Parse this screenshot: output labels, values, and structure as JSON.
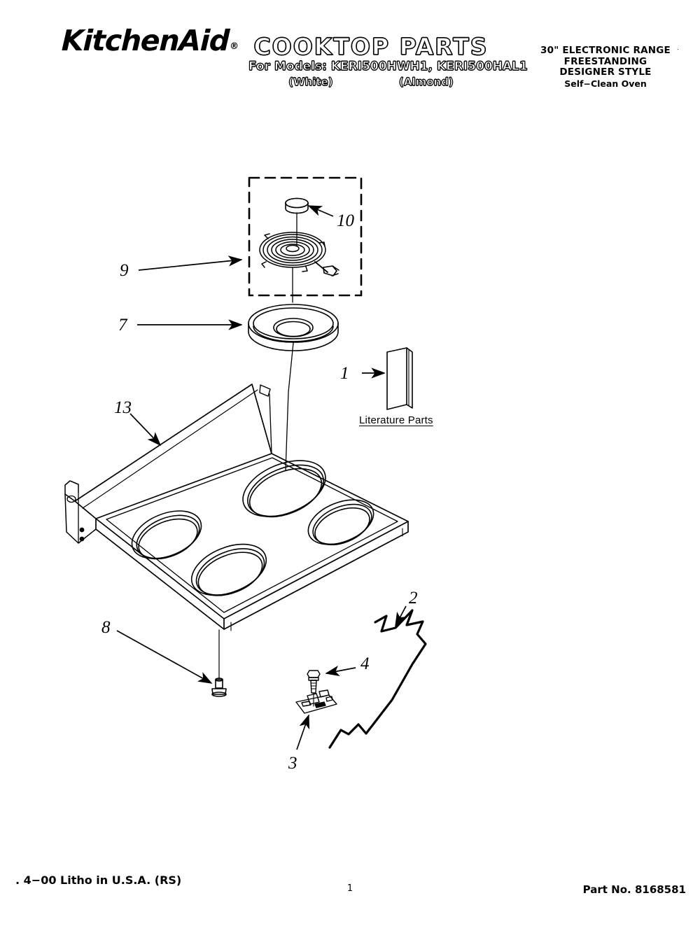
{
  "brand": {
    "name": "KitchenAid",
    "registered_mark": "®"
  },
  "header": {
    "title": "COOKTOP PARTS",
    "models_line": "For Models: KERI500HWH1, KERI500HAL1",
    "color_white": "(White)",
    "color_almond": "(Almond)",
    "spec_line1": "30\" ELECTRONIC RANGE",
    "spec_line2": "FREESTANDING",
    "spec_line3": "DESIGNER STYLE",
    "spec_line4": "Self−Clean Oven",
    "spec_tick": "˙"
  },
  "diagram": {
    "caption_literature": "Literature Parts",
    "callouts": [
      {
        "id": "1",
        "label": "1",
        "part": "literature-parts-book"
      },
      {
        "id": "2",
        "label": "2",
        "part": "wire-clip"
      },
      {
        "id": "3",
        "label": "3",
        "part": "bracket-plate"
      },
      {
        "id": "4",
        "label": "4",
        "part": "hex-screw"
      },
      {
        "id": "7",
        "label": "7",
        "part": "drip-pan-bowl"
      },
      {
        "id": "8",
        "label": "8",
        "part": "cooktop-screw"
      },
      {
        "id": "9",
        "label": "9",
        "part": "surface-element-assembly"
      },
      {
        "id": "10",
        "label": "10",
        "part": "element-cap"
      },
      {
        "id": "13",
        "label": "13",
        "part": "cooktop-main-body"
      }
    ]
  },
  "footer": {
    "litho": ". 4−00 Litho in U.S.A. (RS)",
    "page": "1",
    "part_no": "Part No. 8168581"
  },
  "colors": {
    "ink": "#000000",
    "paper": "#ffffff"
  }
}
